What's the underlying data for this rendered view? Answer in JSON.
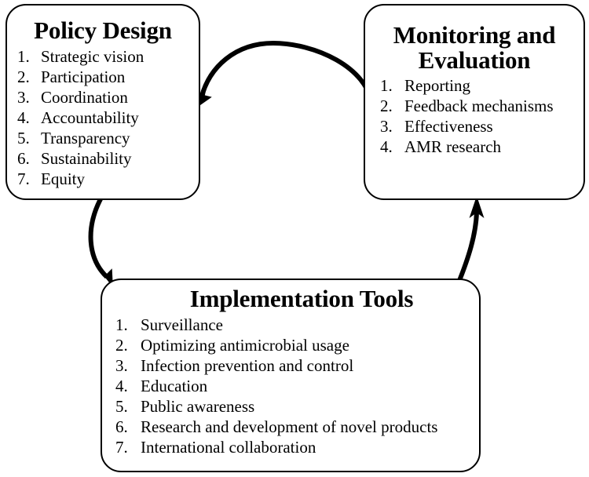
{
  "figure": {
    "type": "cycle-diagram",
    "title": "",
    "background_color": "#ffffff",
    "line_color": "#000000"
  },
  "boxes": [
    {
      "id": "policy-design",
      "title": "Policy Design",
      "items": [
        {
          "num": "1.",
          "label": "Strategic vision"
        },
        {
          "num": "2.",
          "label": "Participation"
        },
        {
          "num": "3.",
          "label": "Coordination"
        },
        {
          "num": "4.",
          "label": "Accountability"
        },
        {
          "num": "5.",
          "label": "Transparency"
        },
        {
          "num": "6.",
          "label": "Sustainability"
        },
        {
          "num": "7.",
          "label": "Equity"
        }
      ]
    },
    {
      "id": "monitoring-and-evaluation",
      "title": "Monitoring and Evaluation",
      "title_line1": "Monitoring and",
      "title_line2": "Evaluation",
      "items": [
        {
          "num": "1.",
          "label": "Reporting"
        },
        {
          "num": "2.",
          "label": "Feedback mechanisms"
        },
        {
          "num": "3.",
          "label": "Effectiveness"
        },
        {
          "num": "4.",
          "label": "AMR research"
        }
      ]
    },
    {
      "id": "implementation-tools",
      "title": "Implementation Tools",
      "items": [
        {
          "num": "1.",
          "label": "Surveillance"
        },
        {
          "num": "2.",
          "label": "Optimizing antimicrobial usage"
        },
        {
          "num": "3.",
          "label": "Infection prevention and control"
        },
        {
          "num": "4.",
          "label": "Education"
        },
        {
          "num": "5.",
          "label": "Public awareness"
        },
        {
          "num": "6.",
          "label": "Research and development of novel products"
        },
        {
          "num": "7.",
          "label": "International collaboration"
        }
      ]
    }
  ],
  "arrows": [
    {
      "id": "monitoring-to-policy",
      "from": "monitoring-and-evaluation",
      "to": "policy-design",
      "style": "curved-arc-top"
    },
    {
      "id": "policy-to-implementation",
      "from": "policy-design",
      "to": "implementation-tools",
      "style": "curved-arc-left"
    },
    {
      "id": "implementation-to-monitoring",
      "from": "implementation-tools",
      "to": "monitoring-and-evaluation",
      "style": "curved-arc-right"
    }
  ]
}
